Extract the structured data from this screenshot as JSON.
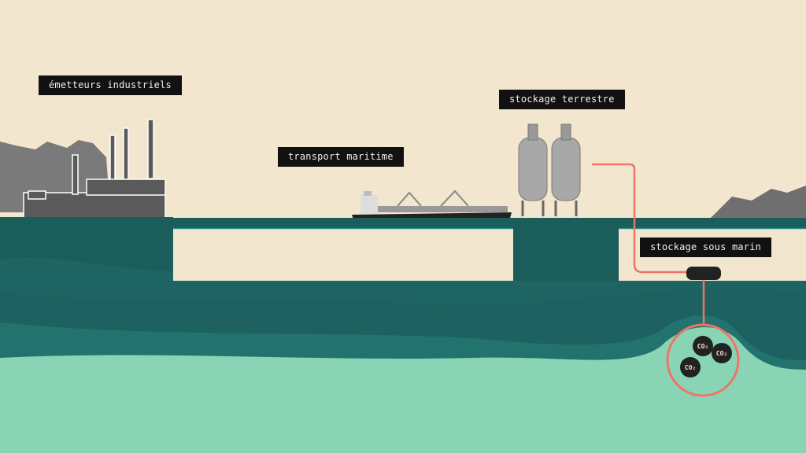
{
  "labels": {
    "emitters": "émetteurs industriels",
    "shipping": "transport maritime",
    "land_storage": "stockage terrestre",
    "subsea_storage": "stockage sous marin"
  },
  "co2": [
    "CO₂",
    "CO₂",
    "CO₂"
  ],
  "colors": {
    "background": "#f3e6cf",
    "deep_teal": "#1b5d5b",
    "mid_teal": "#22736e",
    "mint": "#8ad4b6",
    "pipeline": "#ee7468"
  }
}
